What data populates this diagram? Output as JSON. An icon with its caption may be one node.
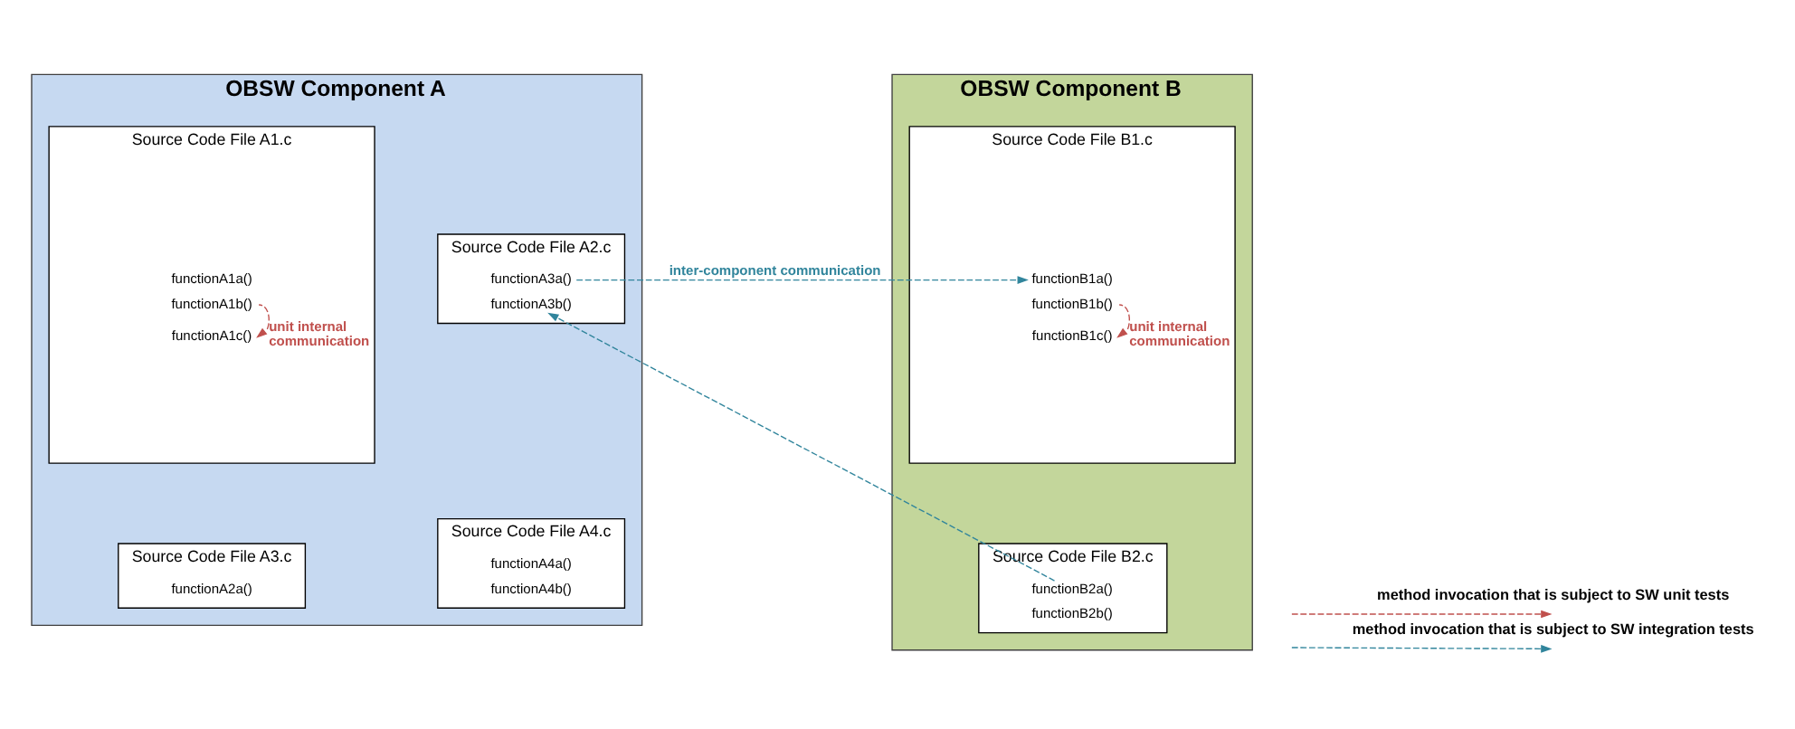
{
  "diagram": {
    "nodes": [
      {
        "text": [
          "OBSW Component A"
        ]
      },
      {
        "text": [
          "Source Code File A1.c"
        ],
        "in": 0
      },
      {
        "text": [
          "functionA1a()"
        ],
        "in": 1
      },
      {
        "text": [
          "functionA1b()"
        ],
        "in": 1
      },
      {
        "text": [
          "functionA1c()"
        ],
        "in": 1
      },
      {
        "text": [
          "Source Code File A2.c"
        ],
        "in": 0
      },
      {
        "text": [
          "functionA3a()"
        ],
        "in": 5
      },
      {
        "text": [
          "functionA3b()"
        ],
        "in": 5
      },
      {
        "text": [
          "Source Code File A3.c"
        ],
        "in": 0
      },
      {
        "text": [
          "functionA2a()"
        ],
        "in": 8
      },
      {
        "text": [
          "Source Code File A4.c"
        ],
        "in": 0
      },
      {
        "text": [
          "functionA4a()"
        ],
        "in": 10
      },
      {
        "text": [
          "functionA4b()"
        ],
        "in": 10
      },
      {
        "text": [
          "OBSW Component B"
        ]
      },
      {
        "text": [
          "Source Code File B1.c"
        ],
        "in": 13
      },
      {
        "text": [
          "functionB1a()"
        ],
        "in": 14
      },
      {
        "text": [
          "functionB1b()"
        ],
        "in": 14
      },
      {
        "text": [
          "functionB1c()"
        ],
        "in": 14
      },
      {
        "text": [
          "Source Code File B2.c"
        ],
        "in": 13
      },
      {
        "text": [
          "functionB2a()"
        ],
        "in": 18
      },
      {
        "text": [
          "functionB2b()"
        ],
        "in": 18
      }
    ],
    "edges": [
      {
        "from": 3,
        "to": 4,
        "arrow": "to",
        "label": "unit internal communication",
        "style": "dashed",
        "color": "#c0504d"
      },
      {
        "from": 6,
        "to": 15,
        "arrow": "to",
        "label": "inter-component communication",
        "style": "dashed",
        "color": "#31859c"
      },
      {
        "from": 16,
        "to": 17,
        "arrow": "to",
        "label": "unit internal communication",
        "style": "dashed",
        "color": "#c0504d"
      },
      {
        "from": 19,
        "to": 7,
        "arrow": "to",
        "style": "dashed",
        "color": "#31859c"
      }
    ],
    "legend": [
      {
        "text": "method invocation that is subject to SW unit tests"
      },
      {
        "text": "method invocation that is subject to SW integration tests"
      }
    ]
  }
}
